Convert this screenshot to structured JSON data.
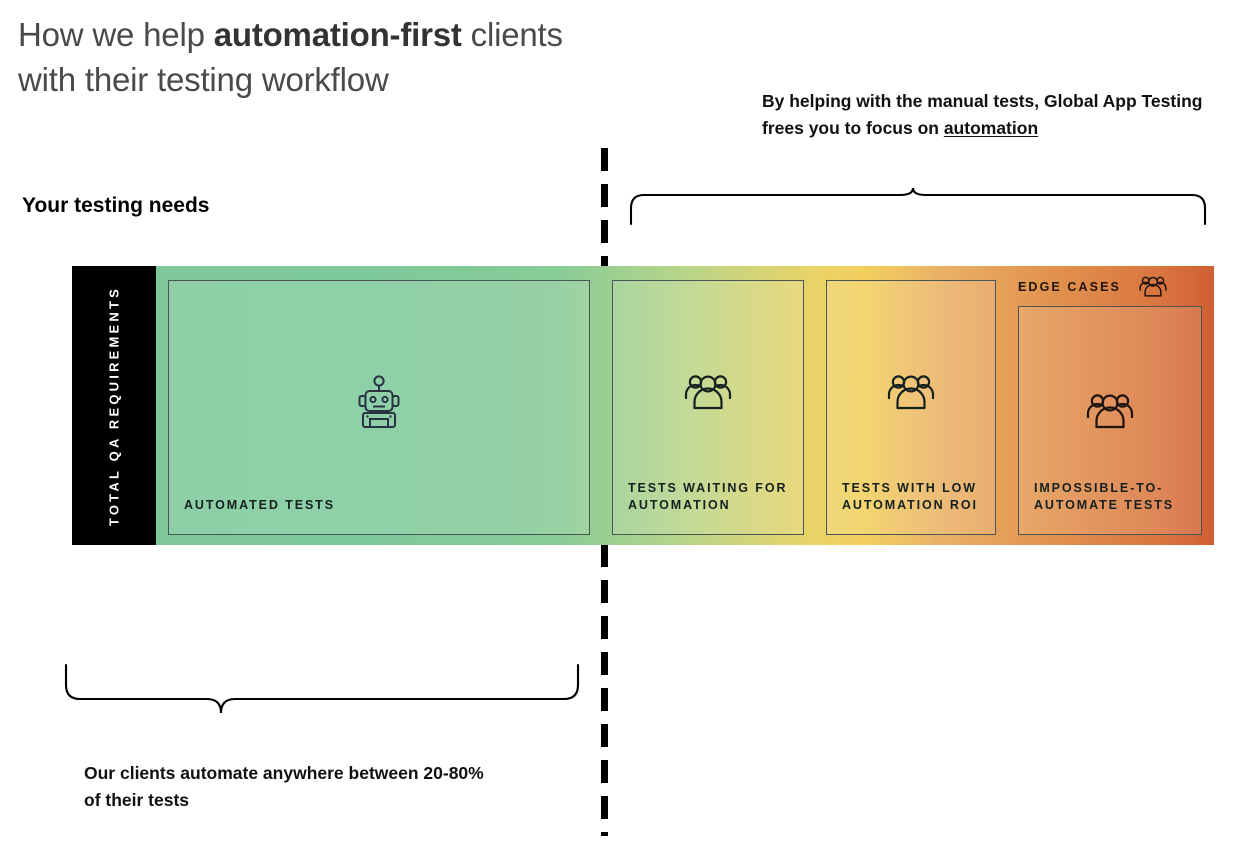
{
  "title": {
    "line1_pre": "How we help ",
    "line1_bold": "automation-first",
    "line1_post": " clients",
    "line2": "with their testing workflow"
  },
  "top_note": {
    "text_before_link": "By helping with the manual tests, Global App Testing frees you to focus on ",
    "link_text": "automation"
  },
  "section_label": "Your testing needs",
  "bar": {
    "left_axis_label": "TOTAL QA\nREQUIREMENTS",
    "panels": [
      {
        "id": "automated-tests",
        "label": "AUTOMATED TESTS",
        "icon": "robot-icon"
      },
      {
        "id": "tests-waiting-for-automation",
        "label": "TESTS WAITING FOR\nAUTOMATION",
        "icon": "people-group-icon"
      },
      {
        "id": "tests-with-low-automation-roi",
        "label": "TESTS WITH LOW\nAUTOMATION ROI",
        "icon": "people-group-icon"
      },
      {
        "id": "impossible-to-automate-tests",
        "label": "IMPOSSIBLE-TO-\nAUTOMATE TESTS",
        "icon": "people-group-icon",
        "header_label": "EDGE CASES",
        "header_icon": "people-group-icon"
      }
    ]
  },
  "bottom_caption": "Our clients automate anywhere between 20-80% of their tests",
  "colors": {
    "gradient_start": "#7ec89a",
    "gradient_mid_green": "#88cb97",
    "gradient_yellow": "#f2cf5e",
    "gradient_orange": "#e2944f",
    "gradient_end": "#cf5f33",
    "frame": "#000000",
    "title_text": "#4a4a4a",
    "body_text": "#111111"
  }
}
